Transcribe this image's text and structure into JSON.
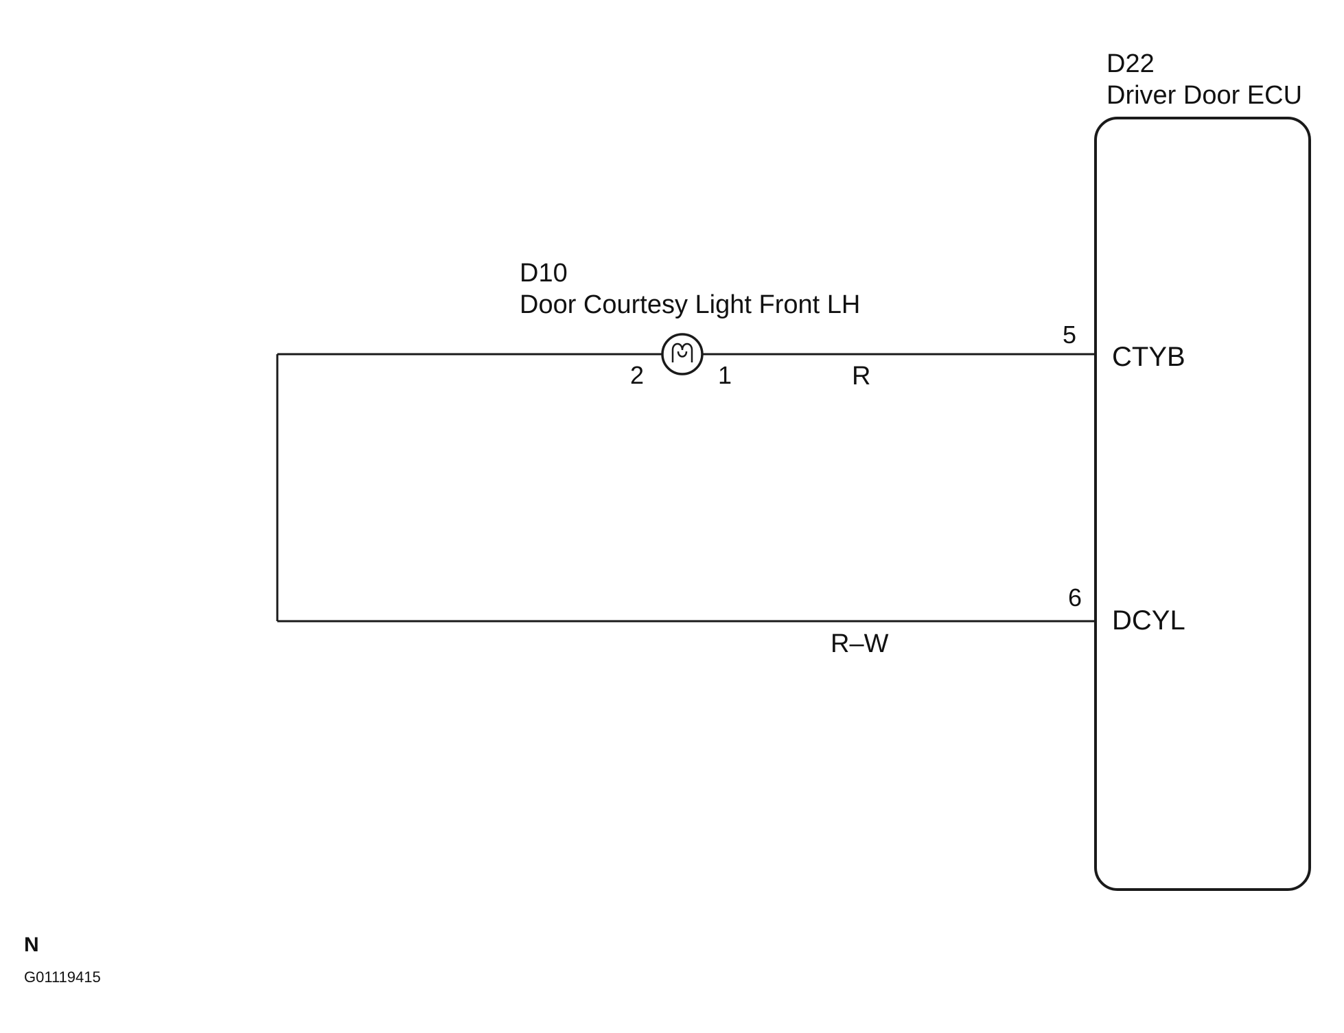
{
  "ecu": {
    "code": "D22",
    "name": "Driver Door ECU",
    "terminals": [
      {
        "pin": "5",
        "name": "CTYB"
      },
      {
        "pin": "6",
        "name": "DCYL"
      }
    ]
  },
  "light": {
    "code": "D10",
    "name": "Door Courtesy Light Front LH",
    "pin_left": "2",
    "pin_right": "1"
  },
  "wires": {
    "upper": "R",
    "lower": "R–W"
  },
  "footer": {
    "mark": "N",
    "figure_id": "G01119415"
  }
}
